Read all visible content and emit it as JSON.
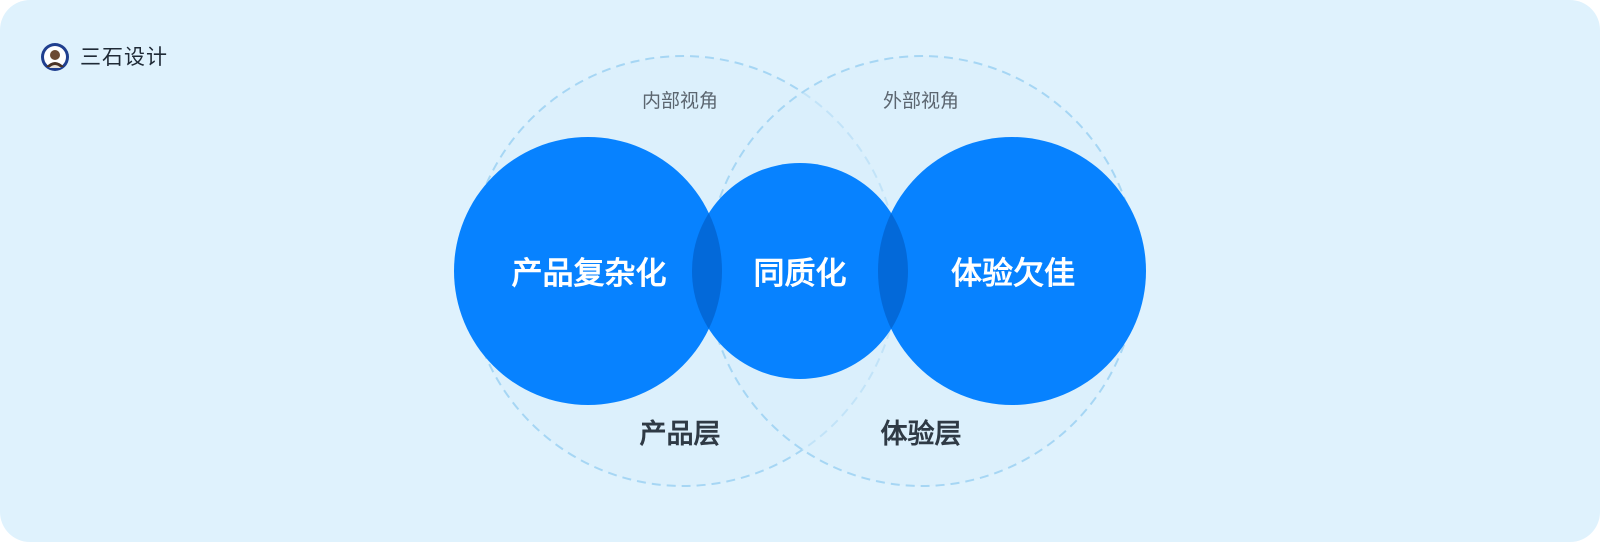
{
  "brand": {
    "name": "三石设计"
  },
  "diagram": {
    "views": {
      "inner": "内部视角",
      "outer": "外部视角"
    },
    "circles": {
      "left": "产品复杂化",
      "middle": "同质化",
      "right": "体验欠佳"
    },
    "layers": {
      "product": "产品层",
      "experience": "体验层"
    }
  },
  "colors": {
    "background": "#dff2fd",
    "circle_fill": "#0782ff",
    "overlap_fill": "#0369d9",
    "dashed_stroke": "#a6d6f4"
  },
  "icons": {
    "logo": "avatar-icon"
  }
}
